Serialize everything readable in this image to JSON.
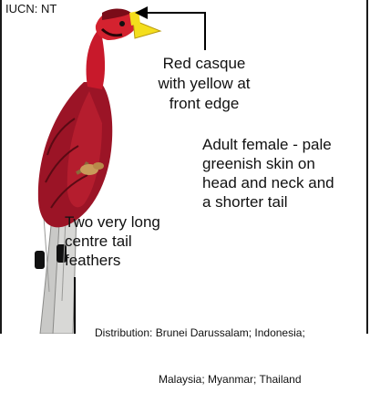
{
  "status": "IUCN: NT",
  "annotations": {
    "casque": "Red casque\nwith yellow at\nfront edge",
    "female": "Adult female - pale\ngreenish skin on\nhead and neck and\na shorter tail",
    "tail": "Two very long\ncentre tail\nfeathers"
  },
  "distribution": {
    "line1": "Distribution: Brunei Darussalam; Indonesia;",
    "line2": "Malaysia; Myanmar; Thailand"
  },
  "colors": {
    "body": "#9b1426",
    "head": "#c8192b",
    "dark": "#5a0a14",
    "bill": "#f4de1c",
    "tail": "#c9c9c7"
  },
  "icons": {
    "bird": "helmeted-hornbill-illustration"
  }
}
